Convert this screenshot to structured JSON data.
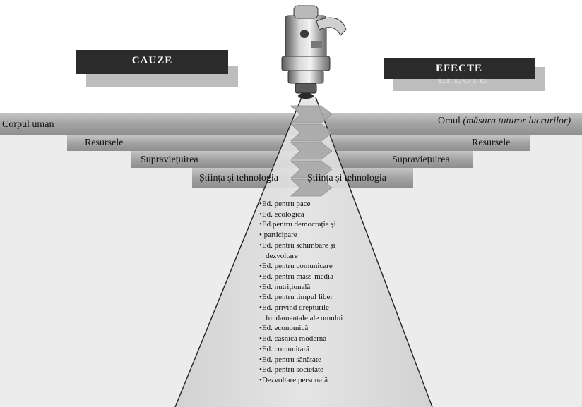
{
  "headers": {
    "causes": "CAUZE",
    "effects": "EFECTE",
    "effects_shadow": "EFECTE"
  },
  "steps_left": [
    "Corpul uman",
    "Resursele",
    "Supraviețuirea",
    "Știința și tehnologia"
  ],
  "steps_right": {
    "top_main": "Omul",
    "top_note": "(măsura tuturor lucrurilor)",
    "items": [
      "Resursele",
      "Supraviețuirea",
      "Știința și tehnologia"
    ]
  },
  "education_list": [
    "•Ed. pentru pace",
    "•Ed. ecologică",
    "•Ed.pentru democrație  și",
    "• participare",
    "•Ed. pentru schimbare și",
    "dezvoltare",
    "•Ed. pentru comunicare",
    "•Ed. pentru mass-media",
    "•Ed. nutrițională",
    "•Ed. pentru timpul liber",
    "•Ed. privind drepturile",
    "fundamentale ale omului",
    "•Ed. economică",
    "•Ed. casnică modernă",
    "•Ed. comunitară",
    "•Ed. pentru sănătate",
    "•Ed. pentru societate",
    "•Dezvoltare personală"
  ],
  "colors": {
    "band": "#9c9c9c",
    "band_top": "#bfbfbf",
    "panel": "#ececec",
    "header_bg": "#2b2b2b",
    "cone": "#d6d6d6"
  }
}
